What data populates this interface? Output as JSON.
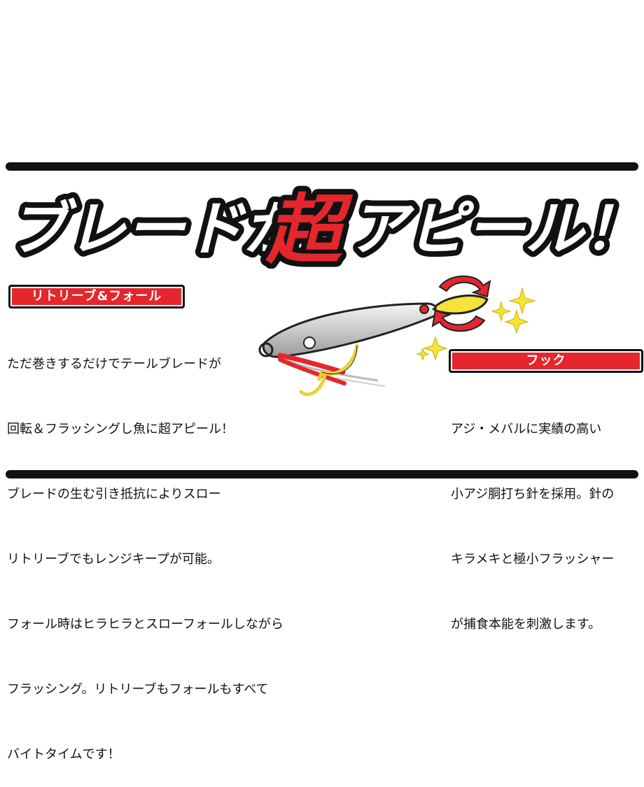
{
  "headline": {
    "part1": "ブレードが",
    "emphasis": "超",
    "part2": "アピール！",
    "colors": {
      "main": "#ffffff",
      "outline": "#111111",
      "emphasis": "#e5262c"
    }
  },
  "left_section": {
    "tag": "リトリーブ&フォール",
    "lines": [
      "ただ巻きするだけでテールブレードが",
      "回転＆フラッシングし魚に超アピール！",
      "ブレードの生む引き抵抗によりスロー",
      "リトリーブでもレンジキープが可能。",
      "フォール時はヒラヒラとスローフォールしながら",
      "フラッシング。リトリーブもフォールもすべて",
      "バイトタイムです！"
    ]
  },
  "right_section": {
    "tag": "フック",
    "lines": [
      "アジ・メバルに実績の高い",
      "小アジ胴打ち針を採用。針の",
      "キラメキと極小フラッシャー",
      "が捕食本能を刺激します。"
    ]
  },
  "colors": {
    "accent": "#e5262c",
    "rule": "#111111",
    "blade": "#f5e23a"
  },
  "icons": [
    "lure-illustration",
    "rotation-arrows-icon",
    "sparkle-icon"
  ]
}
